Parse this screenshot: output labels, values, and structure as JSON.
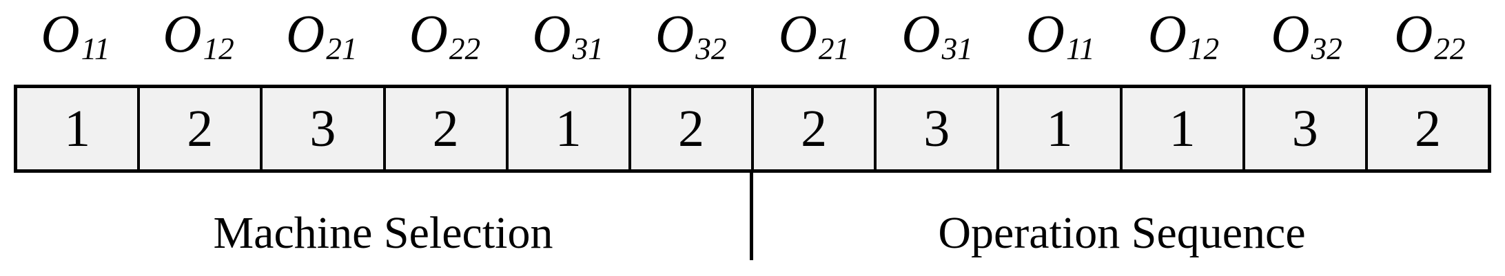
{
  "diagram": {
    "genes": [
      {
        "op": "O",
        "sub": "11",
        "value": "1"
      },
      {
        "op": "O",
        "sub": "12",
        "value": "2"
      },
      {
        "op": "O",
        "sub": "21",
        "value": "3"
      },
      {
        "op": "O",
        "sub": "22",
        "value": "2"
      },
      {
        "op": "O",
        "sub": "31",
        "value": "1"
      },
      {
        "op": "O",
        "sub": "32",
        "value": "2"
      },
      {
        "op": "O",
        "sub": "21",
        "value": "2"
      },
      {
        "op": "O",
        "sub": "31",
        "value": "3"
      },
      {
        "op": "O",
        "sub": "11",
        "value": "1"
      },
      {
        "op": "O",
        "sub": "12",
        "value": "1"
      },
      {
        "op": "O",
        "sub": "32",
        "value": "3"
      },
      {
        "op": "O",
        "sub": "22",
        "value": "2"
      }
    ],
    "sections": [
      {
        "label": "Machine Selection"
      },
      {
        "label": "Operation Sequence"
      }
    ]
  },
  "colors": {
    "background": "#ffffff",
    "cell_fill": "#f1f1f1",
    "border": "#000000",
    "text": "#000000"
  }
}
